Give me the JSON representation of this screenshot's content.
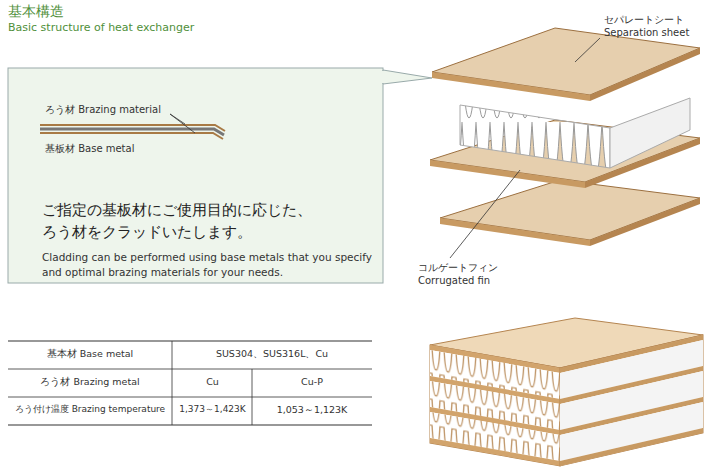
{
  "diagram": {
    "title": "基本構造",
    "nodes": [
      {
        "text": [
          "ご指定の基板材にご使用目的に応じた、 ろう材をクラッドいたします。",
          "Cladding can be performed using base metals that you specify and optimal brazing materials for your needs."
        ]
      }
    ],
    "labels": [
      "Basic structure of heat exchanger",
      "ろう材 Brazing material",
      "基板材 Base metal",
      "セパレートシート Separation sheet",
      "コルゲートフィン Corrugated fin",
      "基本材 Base metal",
      "SUS304、SUS316L、Cu",
      "ろう材 Brazing metal",
      "Cu",
      "Cu-P",
      "ろう付け温度 Brazing temperature",
      "1,373～1,423K",
      "1,053～1,123K"
    ]
  }
}
